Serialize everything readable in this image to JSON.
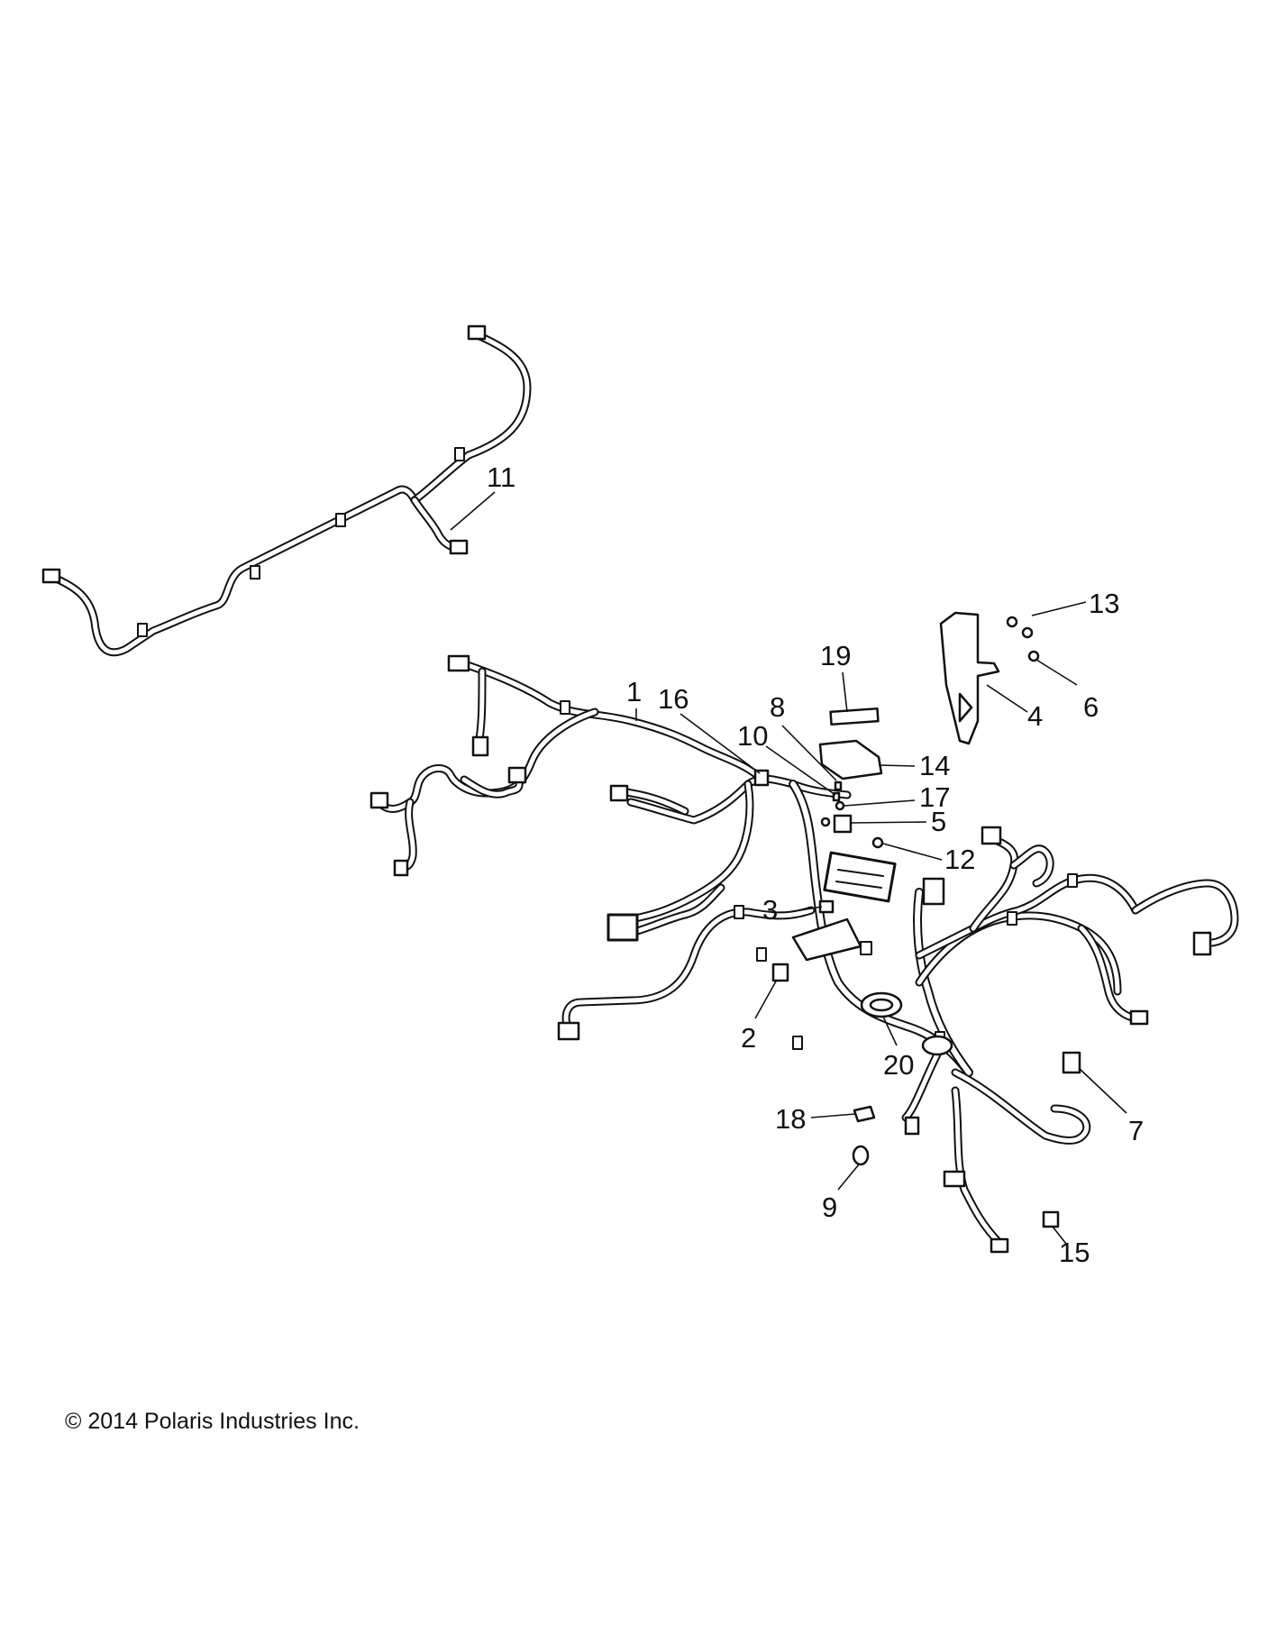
{
  "callouts": {
    "c1": "1",
    "c2": "2",
    "c3": "3",
    "c4": "4",
    "c5": "5",
    "c6": "6",
    "c7": "7",
    "c8": "8",
    "c9": "9",
    "c10": "10",
    "c11": "11",
    "c12": "12",
    "c13": "13",
    "c14": "14",
    "c15": "15",
    "c16": "16",
    "c17": "17",
    "c18": "18",
    "c19": "19",
    "c20": "20"
  },
  "footer": {
    "copyright": "© 2014 Polaris Industries Inc."
  },
  "colors": {
    "ink": "#111111",
    "background": "#ffffff"
  }
}
